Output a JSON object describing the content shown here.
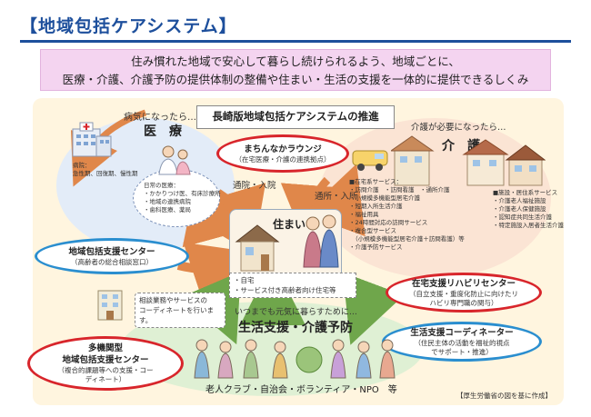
{
  "header": {
    "title": "【地域包括ケアシステム】",
    "lead_line1": "住み慣れた地域で安心して暮らし続けられるよう、地域ごとに、",
    "lead_line2": "医療・介護、介護予防の提供体制の整備や住まい・生活の支援を一体的に提供できるしくみ"
  },
  "diagram": {
    "heading": "長崎版地域包括ケアシステムの推進",
    "medical": {
      "caption": "病気になったら…",
      "title": "医　療",
      "hospital_list": [
        "病院：",
        "急性期、回復期、慢性期"
      ],
      "daily_list": [
        "日常の医療：",
        "・かかりつけ医、有床診療所",
        "・地域の連携病院",
        "・歯科医療、薬局"
      ]
    },
    "care": {
      "caption": "介護が必要になったら…",
      "title": "介　護",
      "home_list": [
        "■在宅系サービス：",
        "・訪問介護　・訪問看護　・通所介護",
        "・小規模多機能型居宅介護",
        "・短期入所生活介護",
        "・福祉用具",
        "・24時間対応の訪問サービス",
        "・複合型サービス",
        "　（小規模多機能型居宅介護＋訪問看護）等",
        "・介護予防サービス"
      ],
      "facility_list": [
        "■施設・居住系サービス",
        "・介護老人福祉施設",
        "・介護老人保健施設",
        "・認知症共同生活介護",
        "・特定施設入居者生活介護"
      ]
    },
    "housing": {
      "title": "住まい",
      "note_line1": "・自宅",
      "note_line2": "・サービス付き高齢者向け住宅等"
    },
    "flows": {
      "visit_hospital": "通院・入院",
      "visit_facility": "通所・入所"
    },
    "life": {
      "lead": "いつまでも元気に暮らすために…",
      "title": "生活支援・介護予防",
      "bottom": "老人クラブ・自治会・ボランティア・NPO　等"
    },
    "coordinate_note": [
      "相談業務やサービスの",
      "コーディネートを行います。"
    ],
    "centers": {
      "machinaka": {
        "title": "まちんなかラウンジ",
        "sub": "（在宅医療・介護の連携拠点）"
      },
      "chiiki": {
        "title": "地域包括支援センター",
        "sub": "（高齢者の総合相談窓口）"
      },
      "takinou": {
        "title": "多機関型",
        "title2": "地域包括支援センター",
        "sub1": "（複合的課題等への支援・コー",
        "sub2": "ディネート）"
      },
      "rehab": {
        "title": "在宅支援リハビリセンター",
        "sub1": "（自立支援・重度化防止に向けたリ",
        "sub2": "ハビリ専門職の関与）"
      },
      "coordinator": {
        "title": "生活支援コーディネーター",
        "sub1": "（住民主体の活動を福祉的視点",
        "sub2": "でサポート・推進）"
      }
    },
    "credit": "【厚生労働省の図を基に作成】"
  },
  "colors": {
    "title_blue": "#1d4f9c",
    "lead_pink": "#f4d4f0",
    "panel_cream": "#fff5df",
    "ring_red": "#d8252b",
    "ring_blue": "#2a8ecf",
    "arrow_orange": "#e0874a",
    "arrow_green": "#6fa64b"
  }
}
